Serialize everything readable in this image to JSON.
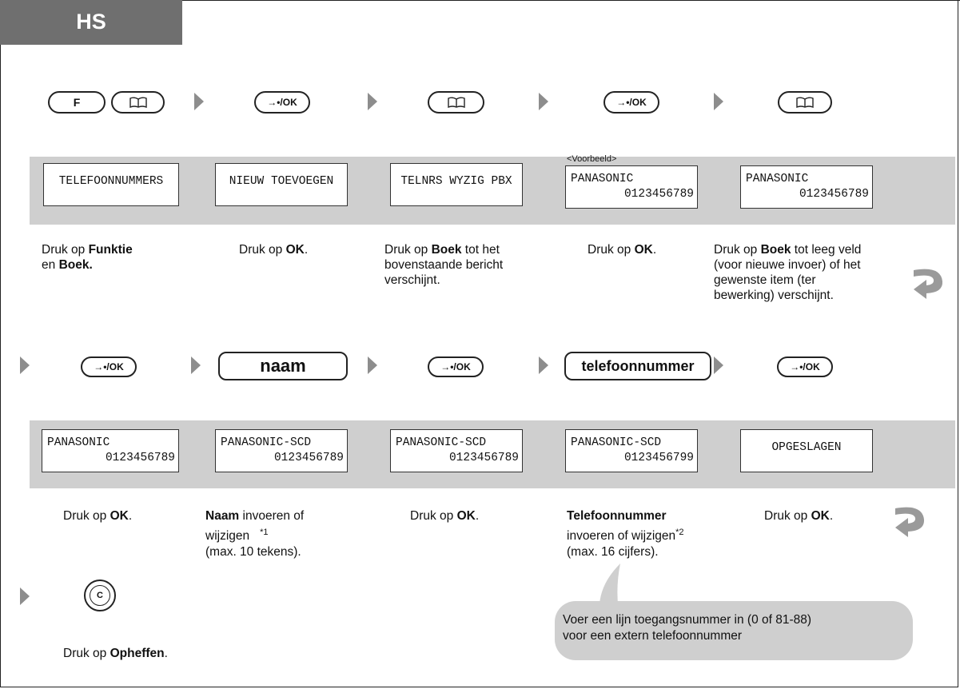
{
  "header": {
    "tab_label": "HS"
  },
  "keys": {
    "f": "F",
    "ok": "→•/OK",
    "naam": "naam",
    "telefoonnummer": "telefoonnummer",
    "c": "C"
  },
  "row1": {
    "example_label": "<Voorbeeld>",
    "displays": [
      {
        "line1": "TELEFOONNUMMERS",
        "line2": ""
      },
      {
        "line1": "NIEUW TOEVOEGEN",
        "line2": ""
      },
      {
        "line1": "TELNRS WYZIG PBX",
        "line2": ""
      },
      {
        "line1": "PANASONIC",
        "line2": "0123456789"
      },
      {
        "line1": "PANASONIC",
        "line2": "0123456789"
      }
    ],
    "captions": [
      {
        "pre": "Druk op ",
        "b1": "Funktie",
        "mid": "en ",
        "b2": "Boek."
      },
      {
        "pre": "Druk op ",
        "b1": "OK",
        "post": "."
      },
      {
        "pre": "Druk op ",
        "b1": "Boek",
        "post1": " tot het",
        "post2": "bovenstaande bericht",
        "post3": "verschijnt."
      },
      {
        "pre": "Druk op ",
        "b1": "OK",
        "post": "."
      },
      {
        "pre": "Druk op ",
        "b1": "Boek",
        "post1": " tot leeg veld",
        "post2": "(voor nieuwe invoer) of het",
        "post3": "gewenste item (ter",
        "post4": "bewerking) verschijnt."
      }
    ]
  },
  "row2": {
    "displays": [
      {
        "line1": "PANASONIC",
        "line2": "0123456789"
      },
      {
        "line1": "PANASONIC-SCD",
        "line2": "0123456789"
      },
      {
        "line1": "PANASONIC-SCD",
        "line2": "0123456789"
      },
      {
        "line1": "PANASONIC-SCD",
        "line2": "0123456799"
      },
      {
        "line1": "OPGESLAGEN",
        "line2": ""
      }
    ],
    "captions": [
      {
        "pre": "Druk op ",
        "b1": "OK",
        "post": "."
      },
      {
        "b1": "Naam",
        "post1": " invoeren of",
        "post2": "wijzigen",
        "note": "*1",
        "post3": "(max. 10 tekens)."
      },
      {
        "pre": "Druk op ",
        "b1": "OK",
        "post": "."
      },
      {
        "b1": "Telefoonnummer",
        "post2": "invoeren of wijzigen",
        "note": "*2",
        "post3": "(max. 16 cijfers)."
      },
      {
        "pre": "Druk op ",
        "b1": "OK",
        "post": "."
      }
    ]
  },
  "row3": {
    "caption": {
      "pre": "Druk op ",
      "b1": "Opheffen",
      "post": "."
    },
    "bubble_line1": "Voer een lijn toegangsnummer in (0 of 81-88)",
    "bubble_line2": "voor een extern telefoonnummer"
  }
}
